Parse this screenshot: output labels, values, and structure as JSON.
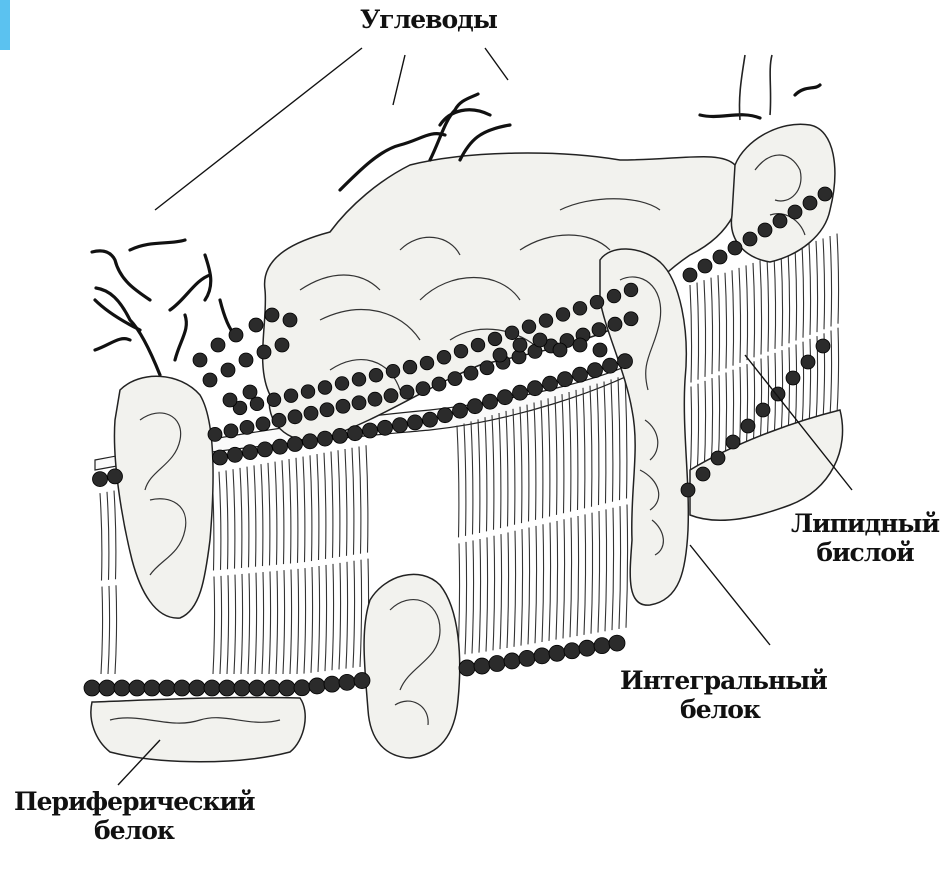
{
  "colors": {
    "ink": "#111111",
    "head": "#2b2b2b",
    "protein_fill": "#f2f2ee",
    "accent": "#5bc2f0"
  },
  "labels": {
    "carbohydrates": "Углеводы",
    "lipid_bilayer_line1": "Липидный",
    "lipid_bilayer_line2": "бислой",
    "integral_protein_line1": "Интегральный",
    "integral_protein_line2": "белок",
    "peripheral_protein_line1": "Периферический",
    "peripheral_protein_line2": "белок"
  }
}
